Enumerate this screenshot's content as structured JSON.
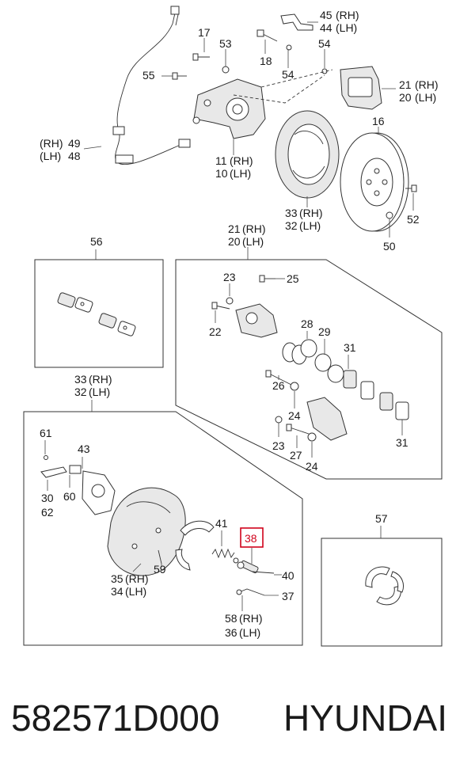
{
  "footer": {
    "part_number": "582571D000",
    "brand": "HYUNDAI"
  },
  "highlight_color": "#d0021b",
  "callouts": {
    "c45": "45",
    "rh45": "(RH)",
    "c44": "44",
    "lh44": "(LH)",
    "c17": "17",
    "c53": "53",
    "c18": "18",
    "c54a": "54",
    "c54b": "54",
    "c55": "55",
    "c21a": "21",
    "rh21a": "(RH)",
    "c20a": "20",
    "lh20a": "(LH)",
    "rh49": "(RH)",
    "c49": "49",
    "lh48": "(LH)",
    "c48": "48",
    "c11": "11",
    "rh11": "(RH)",
    "c10": "10",
    "lh10": "(LH)",
    "c16": "16",
    "c33a": "33",
    "rh33a": "(RH)",
    "c32a": "32",
    "lh32a": "(LH)",
    "c52": "52",
    "c50": "50",
    "c56": "56",
    "c21b": "21",
    "rh21b": "(RH)",
    "c20b": "20",
    "lh20b": "(LH)",
    "c23a": "23",
    "c25": "25",
    "c22": "22",
    "c28": "28",
    "c29": "29",
    "c31a": "31",
    "c26": "26",
    "c24a": "24",
    "c23b": "23",
    "c27": "27",
    "c24b": "24",
    "c31b": "31",
    "c33b": "33",
    "rh33b": "(RH)",
    "c32b": "32",
    "lh32b": "(LH)",
    "c61": "61",
    "c43": "43",
    "c30": "30",
    "c62": "62",
    "c60": "60",
    "c41": "41",
    "c38": "38",
    "c40": "40",
    "c37": "37",
    "c35": "35",
    "rh35": "(RH)",
    "c34": "34",
    "lh34": "(LH)",
    "c59": "59",
    "c58": "58",
    "rh58": "(RH)",
    "c36": "36",
    "lh36": "(LH)",
    "c57": "57"
  }
}
